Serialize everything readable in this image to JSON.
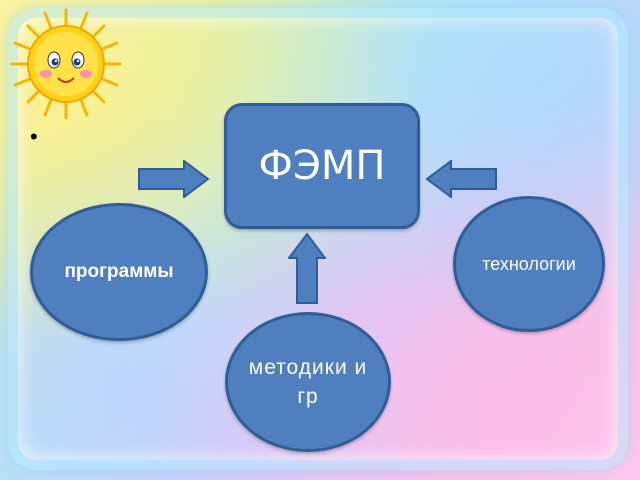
{
  "diagram": {
    "center": {
      "label": "ФЭМП"
    },
    "left": {
      "label": "программы"
    },
    "right": {
      "label": "технологии"
    },
    "bottom": {
      "label": "методики игр"
    },
    "bullet": "•"
  },
  "colors": {
    "node_fill": "#4f7fbe",
    "node_border": "#2f5d98",
    "text": "#ffffff"
  },
  "icons": [
    "sun-icon",
    "arrow-right-icon",
    "arrow-left-icon",
    "arrow-up-icon"
  ]
}
